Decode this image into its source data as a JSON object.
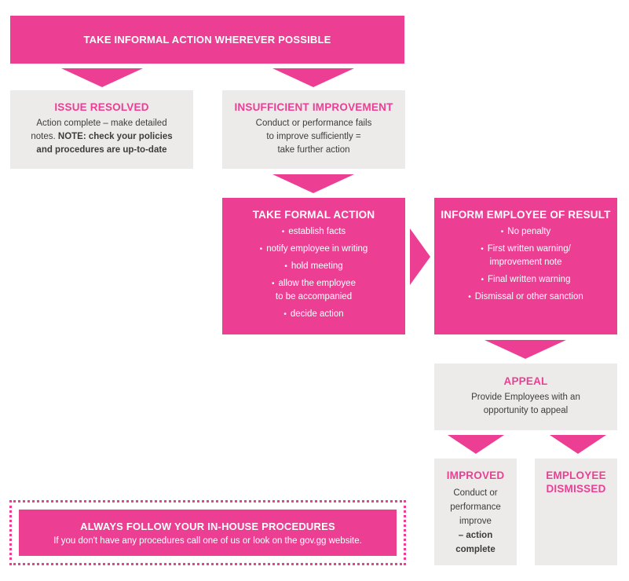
{
  "top": {
    "title": "TAKE INFORMAL ACTION WHEREVER POSSIBLE"
  },
  "issue_resolved": {
    "title": "ISSUE RESOLVED",
    "line1": "Action complete – make detailed",
    "line2_pre": "notes. ",
    "line2_bold": "NOTE: check your policies",
    "line3_bold": "and procedures are up-to-date"
  },
  "insufficient": {
    "title": "INSUFFICIENT IMPROVEMENT",
    "lines": [
      "Conduct or performance fails",
      "to improve sufficiently =",
      "take further action"
    ]
  },
  "formal": {
    "title": "TAKE FORMAL ACTION",
    "items": [
      "establish facts",
      "notify employee in writing",
      "hold meeting",
      "allow the employee",
      "to be accompanied",
      "decide action"
    ]
  },
  "inform": {
    "title": "INFORM EMPLOYEE OF RESULT",
    "items": [
      "No penalty",
      "First written warning/",
      "improvement note",
      "Final written warning",
      "Dismissal or other sanction"
    ]
  },
  "appeal": {
    "title": "APPEAL",
    "lines": [
      "Provide Employees with an",
      "opportunity to appeal"
    ]
  },
  "improved": {
    "title": "IMPROVED",
    "lines": [
      "Conduct or",
      "performance",
      "improve"
    ],
    "bold1": "– action",
    "bold2": "complete"
  },
  "dismissed": {
    "line1": "EMPLOYEE",
    "line2": "DISMISSED"
  },
  "footer": {
    "title": "ALWAYS FOLLOW YOUR IN-HOUSE PROCEDURES",
    "text": "If you don't have any procedures call one of us or look on the gov.gg website."
  },
  "colors": {
    "accent": "#ec3f94",
    "panel": "#edebea",
    "text": "#3c3c3c"
  }
}
